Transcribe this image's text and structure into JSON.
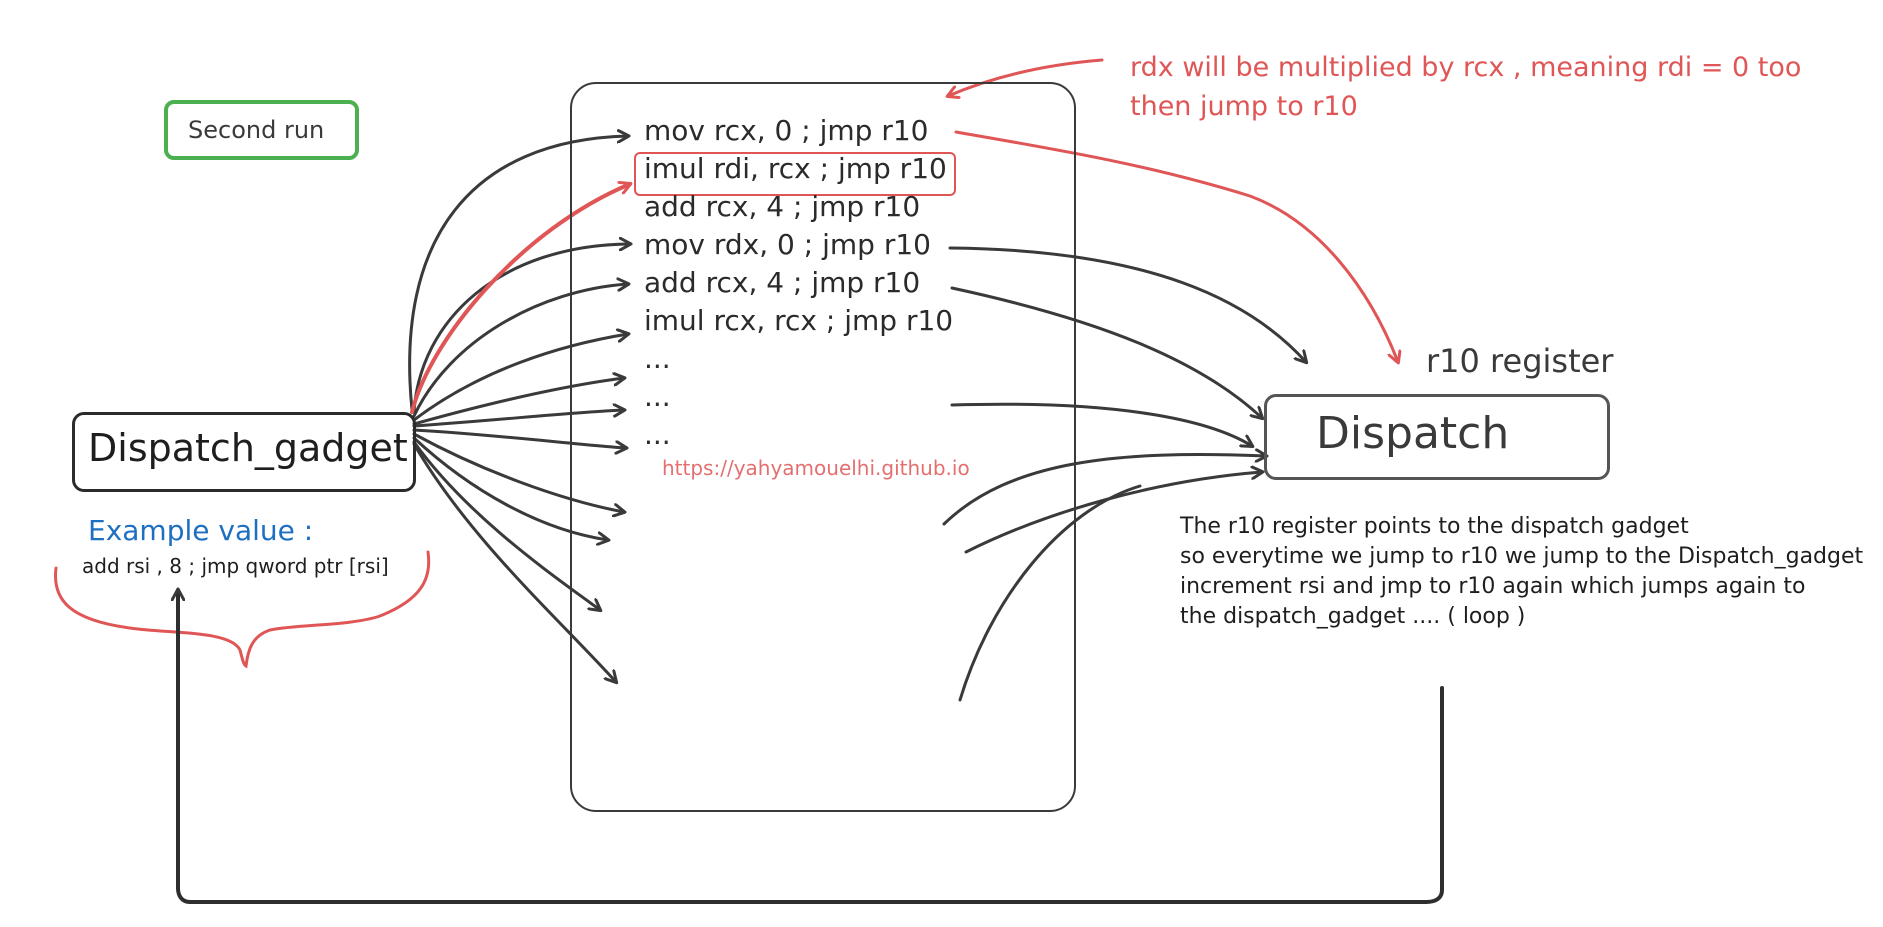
{
  "labels": {
    "second_run": "Second run",
    "dispatch_gadget": "Dispatch_gadget",
    "example_title": "Example value :",
    "example_value": "add rsi , 8 ; jmp qword ptr [rsi]",
    "dispatch": "Dispatch",
    "r10_register": "r10 register",
    "url": "https://yahyamouelhi.github.io"
  },
  "instructions": [
    "mov rcx, 0 ; jmp r10",
    "imul rdi, rcx ; jmp r10",
    "add rcx, 4 ; jmp r10",
    "mov rdx, 0 ; jmp r10",
    "add rcx, 4 ; jmp r10",
    "imul rcx, rcx ; jmp r10",
    "...",
    "...",
    "..."
  ],
  "annotation": {
    "line1": "rdx will be multiplied by rcx , meaning rdi = 0 too",
    "line2": "then jump to r10"
  },
  "description": [
    "The r10 register points to the dispatch gadget",
    "so everytime we jump to r10 we jump to the Dispatch_gadget",
    "increment rsi and jmp to r10 again which jumps again to",
    "the dispatch_gadget .... ( loop )"
  ],
  "colors": {
    "ink": "#3a3a3a",
    "red": "#e05656",
    "green": "#4caf50",
    "blue": "#1e6fc2"
  }
}
